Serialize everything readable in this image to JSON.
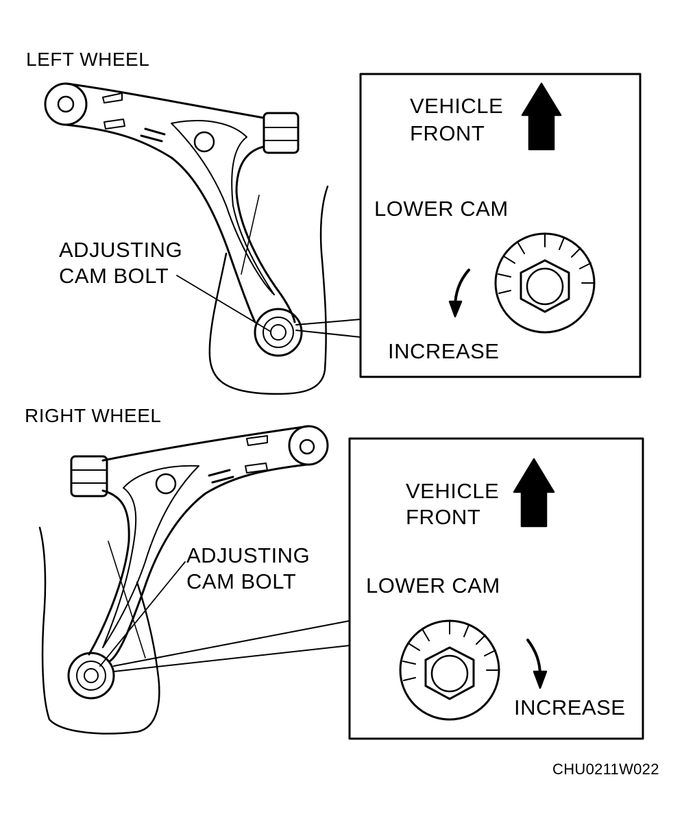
{
  "left": {
    "title": "LEFT WHEEL",
    "callout_line1": "ADJUSTING",
    "callout_line2": "CAM BOLT",
    "detail": {
      "front_line1": "VEHICLE",
      "front_line2": "FRONT",
      "cam_label": "LOWER CAM",
      "increase_label": "INCREASE"
    }
  },
  "right": {
    "title": "RIGHT WHEEL",
    "callout_line1": "ADJUSTING",
    "callout_line2": "CAM BOLT",
    "detail": {
      "front_line1": "VEHICLE",
      "front_line2": "FRONT",
      "cam_label": "LOWER CAM",
      "increase_label": "INCREASE"
    }
  },
  "figure_id": "CHU0211W022"
}
